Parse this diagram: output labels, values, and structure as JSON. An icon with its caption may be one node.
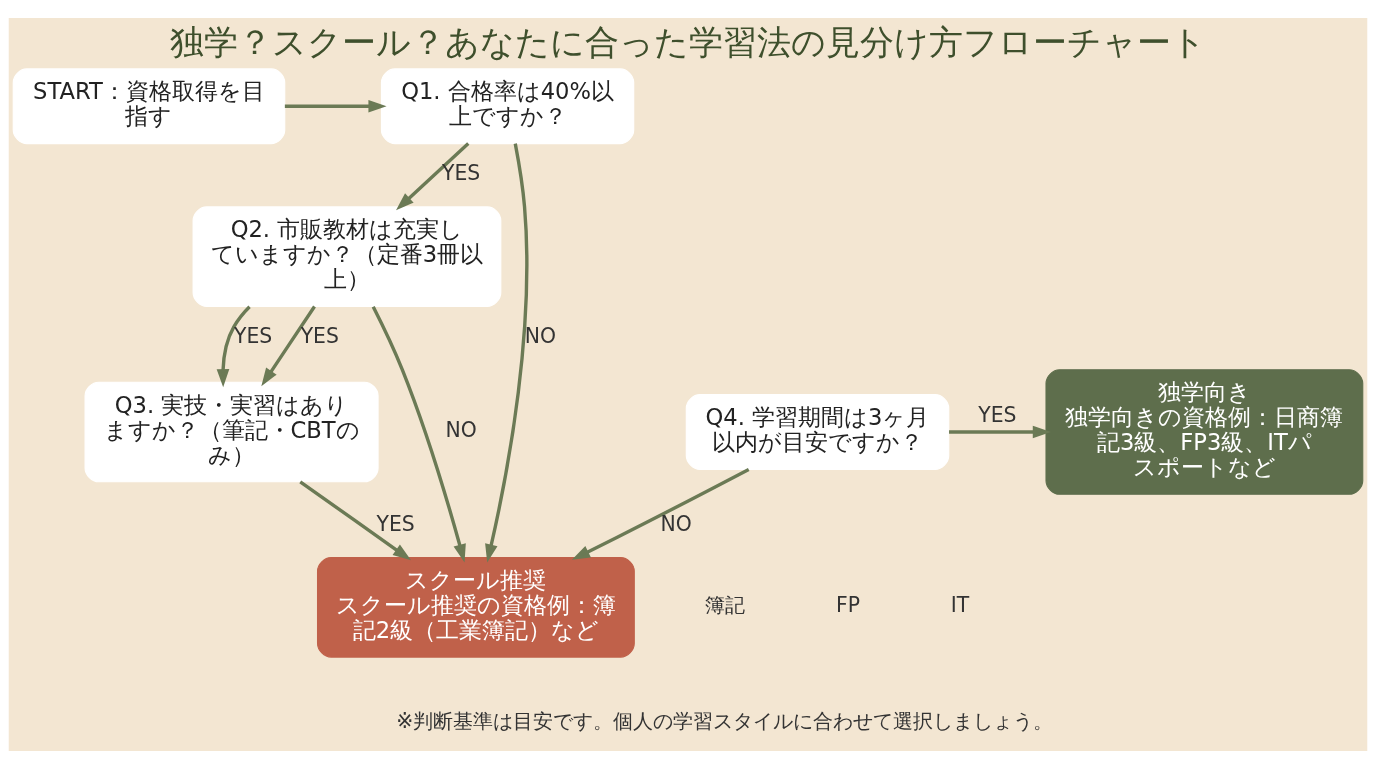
{
  "diagram": {
    "title": "独学？スクール？あなたに合った学習法の見分け方フローチャート",
    "nodes": [
      {
        "text": [
          "START：資格取得を目指す"
        ]
      },
      {
        "text": [
          "Q1. 合格率は40%以上ですか？"
        ]
      },
      {
        "text": [
          "Q2. 市販教材は充実していますか？（定番3冊以上）"
        ]
      },
      {
        "text": [
          "Q3. 実技・実習はありますか？（筆記・CBTのみ）"
        ]
      },
      {
        "text": [
          "スクール推奨",
          "スクール推奨の資格例：簿記2級（工業簿記）など"
        ]
      },
      {
        "text": [
          "Q4. 学習期間は3ヶ月以内が目安ですか？"
        ]
      },
      {
        "text": [
          "独学向き",
          "独学向きの資格例：日商簿記3級、FP3級、ITパスポートなど"
        ]
      }
    ],
    "edges": [
      {
        "from": 0,
        "to": 1,
        "arrow": "to"
      },
      {
        "from": 1,
        "to": 4,
        "arrow": "to",
        "label": "NO"
      },
      {
        "from": 1,
        "to": 2,
        "arrow": "to",
        "label": "YES"
      },
      {
        "from": 2,
        "to": 4,
        "arrow": "to",
        "label": "NO"
      },
      {
        "from": 2,
        "to": 3,
        "arrow": "to",
        "label": "YES"
      },
      {
        "from": 2,
        "to": 3,
        "arrow": "to",
        "label": "YES"
      },
      {
        "from": 3,
        "to": 4,
        "arrow": "to",
        "label": "YES"
      },
      {
        "from": 5,
        "to": 4,
        "arrow": "to",
        "label": "NO"
      },
      {
        "from": 5,
        "to": 6,
        "arrow": "to",
        "label": "YES"
      }
    ],
    "labels": [
      "簿記",
      "FP",
      "IT",
      "※判断基準は目安です。個人の学習スタイルに合わせて選択しましょう。"
    ]
  }
}
